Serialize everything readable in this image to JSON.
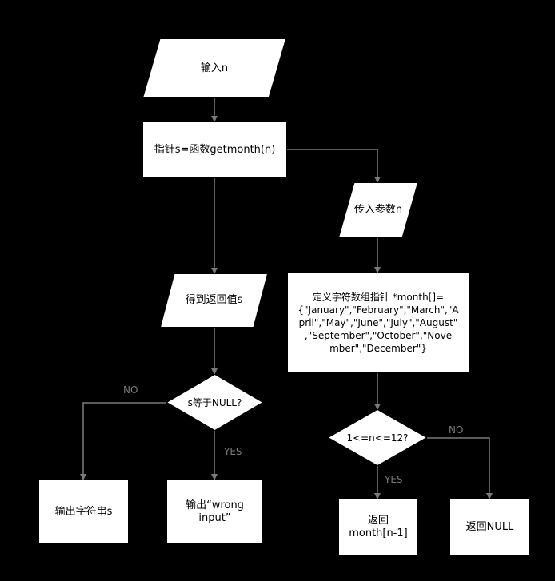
{
  "colors": {
    "background": "#000000",
    "node_fill": "#ffffff",
    "edge": "#7a7a7a",
    "node_text": "#000000"
  },
  "nodes": {
    "input_n": "输入n",
    "pointer_assign": "指针s=函数getmonth(n)",
    "pass_param": "传入参数n",
    "define_array_lines": [
      "定义字符数组指针 *month[]=",
      "{\"January\",\"February\",\"March\",\"A",
      "pril\",\"May\",\"June\",\"July\",\"August\"",
      ",\"September\",\"October\",\"Nove",
      "mber\",\"December\"}"
    ],
    "get_return": "得到返回值s",
    "check_null": "s等于NULL?",
    "check_range": "1<=n<=12?",
    "output_string": "输出字符串s",
    "output_wrong_lines": [
      "输出“wrong",
      "input”"
    ],
    "return_month_lines": [
      "返回",
      "month[n-1]"
    ],
    "return_null": "返回NULL"
  },
  "edge_labels": {
    "null_no": "NO",
    "null_yes": "YES",
    "range_yes": "YES",
    "range_no": "NO"
  }
}
